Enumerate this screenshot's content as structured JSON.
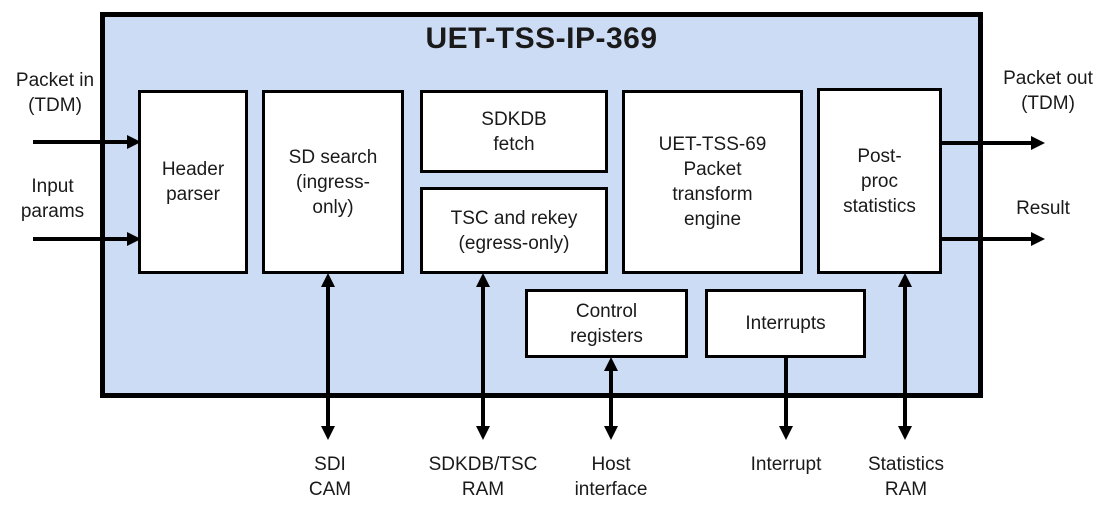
{
  "diagram": {
    "title": "UET-TSS-IP-369",
    "blocks": {
      "header_parser": "Header\nparser",
      "sd_search": "SD search\n(ingress-\nonly)",
      "sdkdb_fetch": "SDKDB\nfetch",
      "tsc_rekey": "TSC and rekey\n(egress-only)",
      "transform_engine": "UET-TSS-69\nPacket\ntransform\nengine",
      "post_proc": "Post-\nproc\nstatistics",
      "control_registers": "Control\nregisters",
      "interrupts": "Interrupts"
    },
    "inputs": {
      "packet_in": "Packet in\n(TDM)",
      "input_params": "Input\nparams"
    },
    "outputs": {
      "packet_out": "Packet out\n(TDM)",
      "result": "Result"
    },
    "bottom_ports": {
      "sdi_cam": "SDI\nCAM",
      "sdkdb_tsc_ram": "SDKDB/TSC\nRAM",
      "host_interface": "Host\ninterface",
      "interrupt": "Interrupt",
      "statistics_ram": "Statistics\nRAM"
    },
    "colors": {
      "container_fill": "#CDDCF5",
      "block_fill": "#FFFFFF",
      "line": "#000000"
    }
  }
}
